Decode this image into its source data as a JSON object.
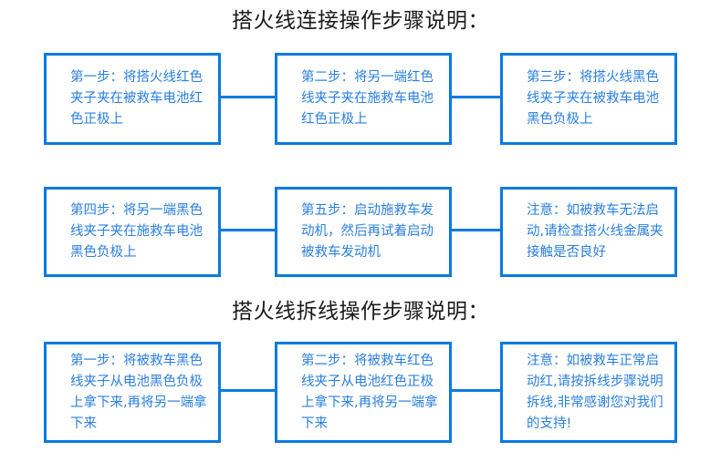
{
  "document": {
    "language": "zh-CN",
    "accent_color": "#0a7ae0",
    "text_color": "#2a7fe0",
    "heading_color": "#1a1a1a",
    "background": "#ffffff"
  },
  "sections": [
    {
      "title": "搭火线连接操作步骤说明：",
      "rows": [
        {
          "boxes": [
            "第一步：将搭火线红色夹子夹在被救车电池红色正极上",
            "第二步：将另一端红色线夹子夹在施救车电池红色正极上",
            "第三步：将搭火线黑色线夹子夹在被救车电池黑色负极上"
          ]
        },
        {
          "boxes": [
            "第四步：将另一端黑色线夹子夹在施救车电池黑色负极上",
            "第五步：启动施救车发动机，然后再试着启动被救车发动机",
            "注意：如被救车无法启动,请检查搭火线金属夹接触是否良好"
          ]
        }
      ]
    },
    {
      "title": "搭火线拆线操作步骤说明：",
      "rows": [
        {
          "boxes": [
            "第一步：将被救车黑色线夹子从电池黑色负极上拿下来,再将另一端拿下来",
            "第二步：将被救车红色线夹子从电池红色正极上拿下来,再将另一端拿下来",
            "注意：如被救车正常启动红,请按拆线步骤说明拆线,非常感谢您对我们的支持!"
          ]
        }
      ]
    }
  ]
}
